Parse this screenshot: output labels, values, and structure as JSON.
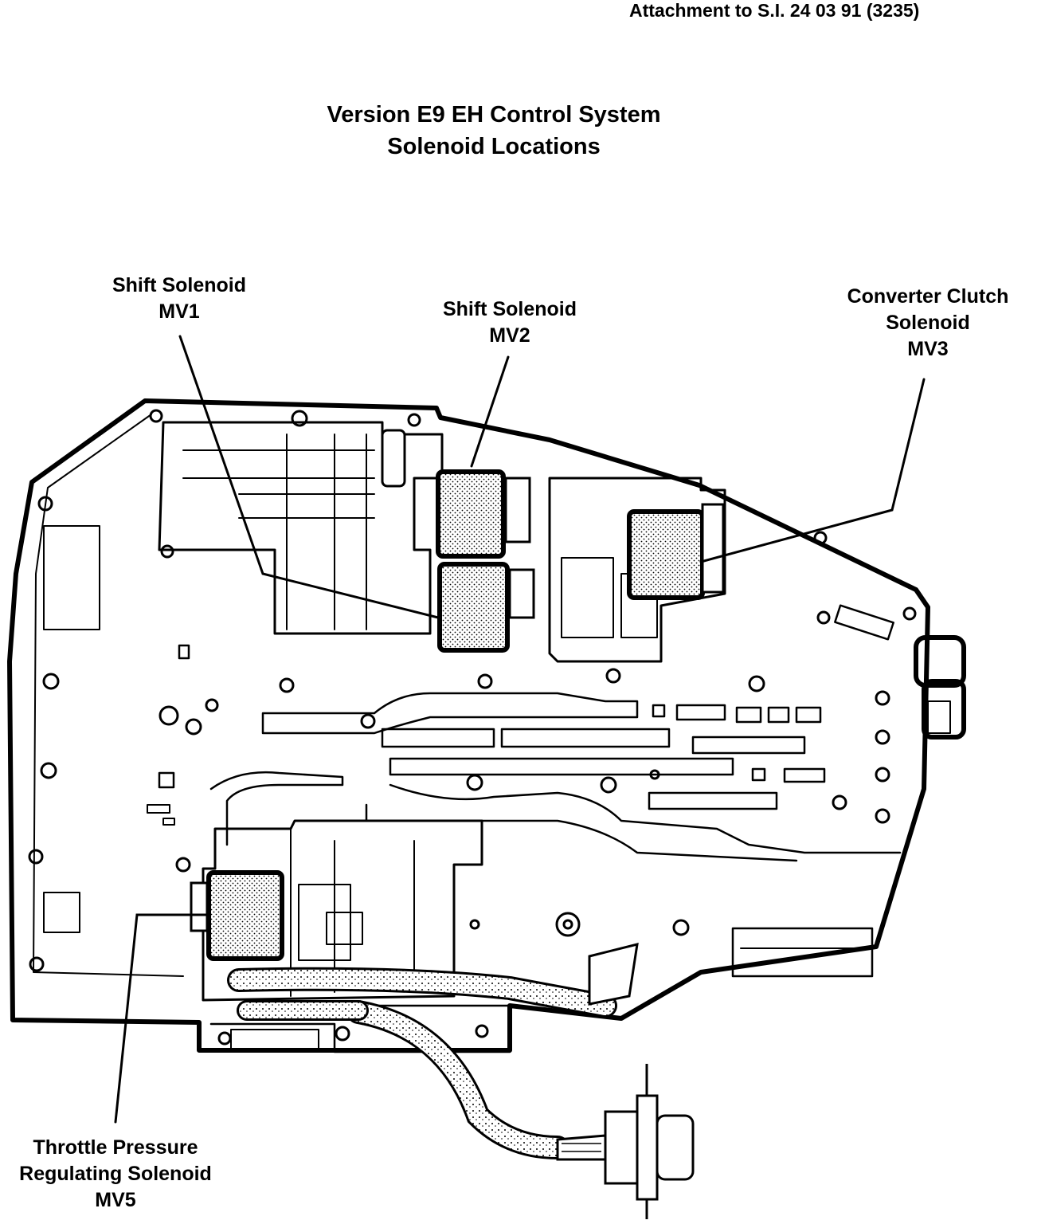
{
  "header": {
    "attachment_ref": "Attachment to S.I. 24 03 91 (3235)"
  },
  "title": {
    "line1": "Version E9 EH Control System",
    "line2": "Solenoid Locations"
  },
  "labels": {
    "mv1": {
      "line1": "Shift Solenoid",
      "line2": "MV1"
    },
    "mv2": {
      "line1": "Shift Solenoid",
      "line2": "MV2"
    },
    "mv3": {
      "line1": "Converter Clutch",
      "line2": "Solenoid",
      "line3": "MV3"
    },
    "mv5": {
      "line1": "Throttle Pressure",
      "line2": "Regulating Solenoid",
      "line3": "MV5"
    }
  }
}
